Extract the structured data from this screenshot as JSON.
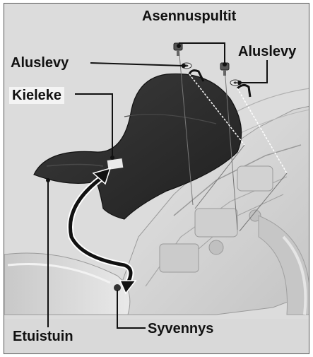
{
  "labels": {
    "mounting_bolts": "Asennuspultit",
    "washer_left": "Aluslevy",
    "washer_right": "Aluslevy",
    "tab": "Kieleke",
    "front_seat": "Etuistuin",
    "recess": "Syvennys"
  },
  "colors": {
    "background": "#dcdcdc",
    "seat": "#2e2e2e",
    "frame_lines": "#8a8a8a",
    "label_text": "#111111",
    "leader_line": "#111111"
  }
}
